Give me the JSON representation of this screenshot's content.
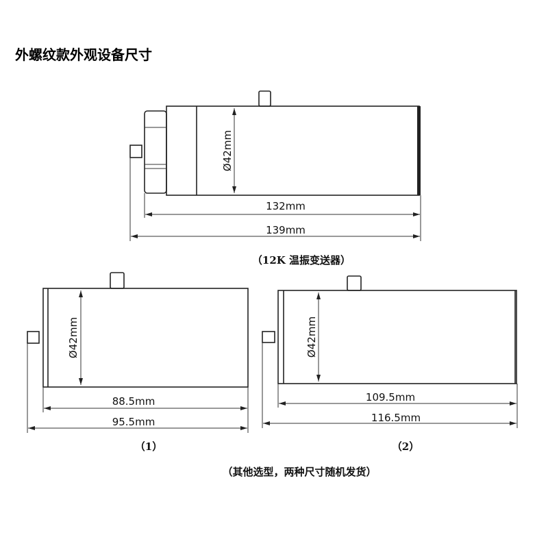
{
  "title": "外螺纹款外观设备尺寸",
  "main_drawing": {
    "diameter": "Ø42mm",
    "inner_length": "132mm",
    "total_length": "139mm",
    "caption": "（12K 温振变送器）"
  },
  "option_1": {
    "diameter": "Ø42mm",
    "inner_length": "88.5mm",
    "total_length": "95.5mm",
    "label": "（1）"
  },
  "option_2": {
    "diameter": "Ø42mm",
    "inner_length": "109.5mm",
    "total_length": "116.5mm",
    "label": "（2）"
  },
  "footer_caption": "（其他选型，两种尺寸随机发货）"
}
